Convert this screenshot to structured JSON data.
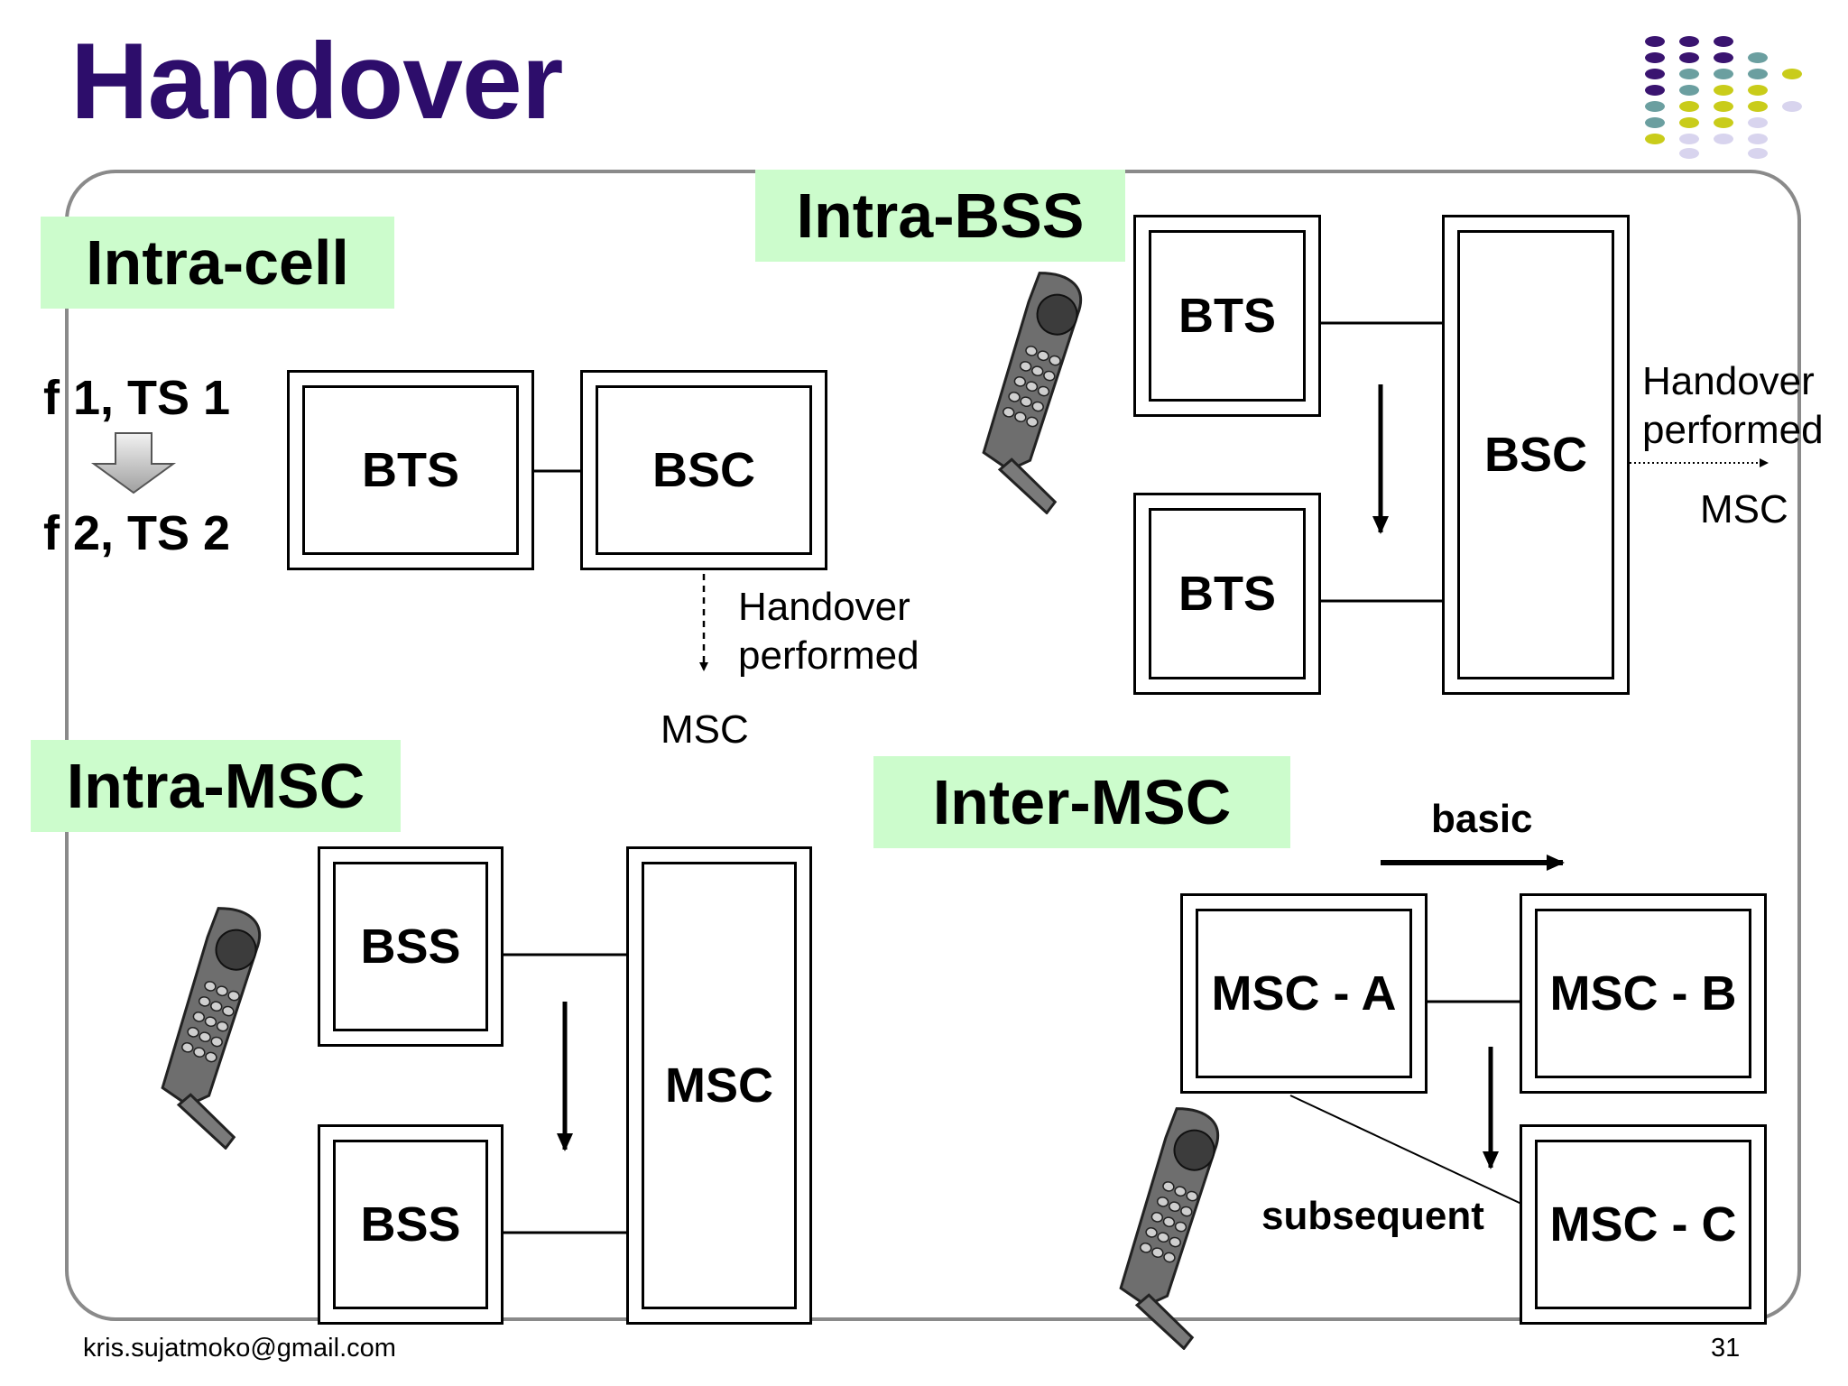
{
  "title": "Handover",
  "sections": {
    "intra_cell": "Intra-cell",
    "intra_bss": "Intra-BSS",
    "intra_msc": "Intra-MSC",
    "inter_msc": "Inter-MSC"
  },
  "intra_cell": {
    "from": "f 1, TS 1",
    "to": "f 2, TS 2",
    "bts": "BTS",
    "bsc": "BSC",
    "note_line1": "Handover",
    "note_line2": "performed",
    "msc": "MSC"
  },
  "intra_bss": {
    "bts_top": "BTS",
    "bts_bottom": "BTS",
    "bsc": "BSC",
    "note_line1": "Handover",
    "note_line2": "performed",
    "msc": "MSC"
  },
  "intra_msc": {
    "bss_top": "BSS",
    "bss_bottom": "BSS",
    "msc": "MSC"
  },
  "inter_msc": {
    "basic": "basic",
    "subsequent": "subsequent",
    "msc_a": "MSC - A",
    "msc_b": "MSC - B",
    "msc_c": "MSC - C"
  },
  "footer": {
    "email": "kris.sujatmoko@gmail.com",
    "page": "31"
  },
  "colors": {
    "title": "#2d0d6b",
    "label_bg": "#ccfccc",
    "frame": "#8a8a8a"
  }
}
